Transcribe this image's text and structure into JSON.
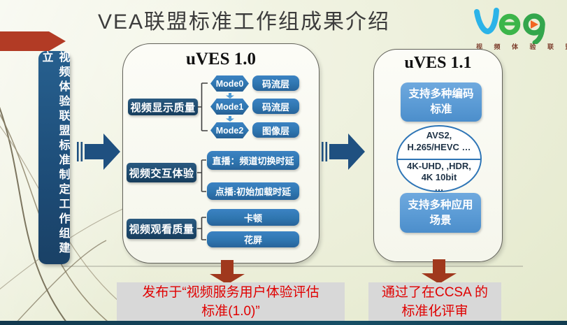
{
  "title": "VEA联盟标准工作组成果介绍",
  "logo": {
    "brand": "vea",
    "subtext": "视 频 体 验 联 盟"
  },
  "left_bar": {
    "label": "视频体验联盟标准制定工作组建立"
  },
  "uves10": {
    "title": "uVES 1.0",
    "display_quality": {
      "label": "视频显示质量",
      "modes": [
        {
          "name": "Mode0",
          "layer": "码流层"
        },
        {
          "name": "Mode1",
          "layer": "码流层"
        },
        {
          "name": "Mode2",
          "layer": "图像层"
        }
      ]
    },
    "interaction": {
      "label": "视频交互体验",
      "items": [
        "直播：频道切换时延",
        "点播:初始加载时延"
      ]
    },
    "viewing": {
      "label": "视频观看质量",
      "items": [
        "卡顿",
        "花屏"
      ]
    },
    "caption": {
      "line1": "发布于“视频服务用户体验评估",
      "line2": "标准(1.0)”"
    }
  },
  "uves11": {
    "title": "uVES 1.1",
    "codec_box": {
      "line1": "支持多种编码",
      "line2": "标准"
    },
    "circle": {
      "top_line1": "AVS2,",
      "top_line2": "H.265/HEVC …",
      "bottom_line1": "4K-UHD, ,HDR,",
      "bottom_line2": "4K 10bit",
      "bottom_line3": "…"
    },
    "scene_box": {
      "line1": "支持多种应用",
      "line2": "场景"
    },
    "caption": {
      "line1": "通过了在CCSA 的",
      "line2": "标准化评审"
    }
  },
  "colors": {
    "dark_blue": "#1e4a6e",
    "medium_blue": "#2f76b0",
    "light_blue": "#5b9bd5",
    "steel_arrow_blue": "#1f5080",
    "brick_red": "#b23b25",
    "caption_red": "#e00000",
    "background": "#edf0dc"
  }
}
